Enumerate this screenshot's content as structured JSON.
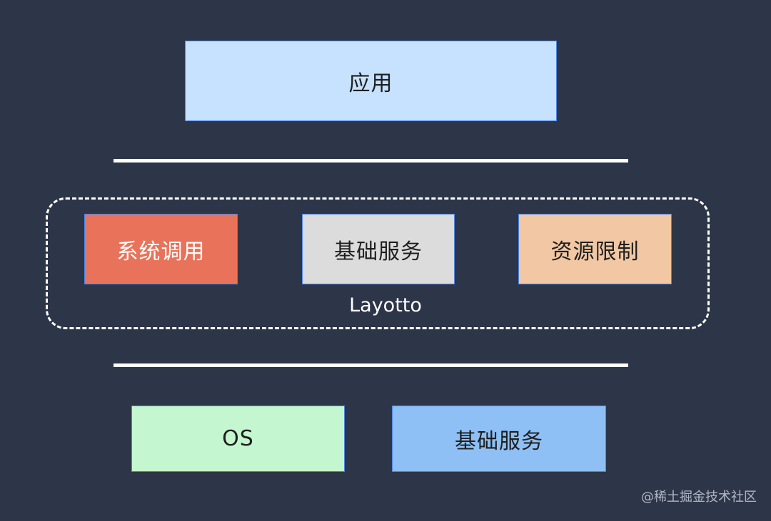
{
  "app_box": {
    "label": "应用",
    "color": "#c6e2ff"
  },
  "layotto": {
    "label": "Layotto",
    "items": [
      {
        "label": "系统调用",
        "color": "#e8735a",
        "text_color": "#ffffff"
      },
      {
        "label": "基础服务",
        "color": "#dcdcdc",
        "text_color": "#1f1f1f"
      },
      {
        "label": "资源限制",
        "color": "#f1c8a3",
        "text_color": "#1f1f1f"
      }
    ]
  },
  "bottom": {
    "items": [
      {
        "label": "OS",
        "color": "#c4f7cf"
      },
      {
        "label": "基础服务",
        "color": "#8ec0f5"
      }
    ]
  },
  "colors": {
    "background": "#2d3549",
    "box_border": "#4f86e6",
    "line": "#ffffff"
  },
  "watermark": "@稀土掘金技术社区"
}
